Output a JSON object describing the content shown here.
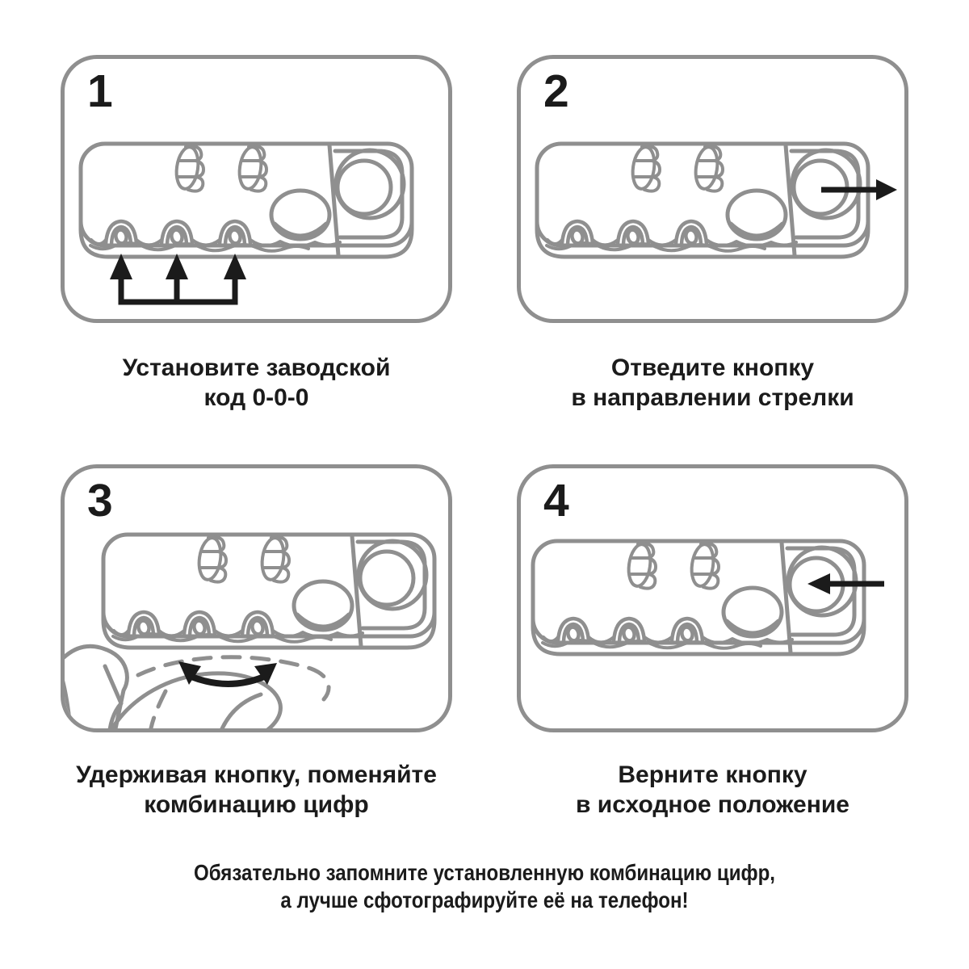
{
  "colors": {
    "background": "#ffffff",
    "outline": "#8f8f8f",
    "ink": "#1b1b1b"
  },
  "panels": [
    {
      "number": "1",
      "caption_line1": "Установите заводской",
      "caption_line2": "код 0-0-0",
      "annotation": "three-arrows-up-to-dials"
    },
    {
      "number": "2",
      "caption_line1": "Отведите кнопку",
      "caption_line2": "в направлении стрелки",
      "annotation": "arrow-right-from-button"
    },
    {
      "number": "3",
      "caption_line1": "Удерживая кнопку, поменяйте",
      "caption_line2": "комбинацию цифр",
      "annotation": "thumb-rotating-dials"
    },
    {
      "number": "4",
      "caption_line1": "Верните кнопку",
      "caption_line2": "в исходное положение",
      "annotation": "arrow-left-to-button"
    }
  ],
  "footer": {
    "line1": "Обязательно запомните установленную комбинацию цифр,",
    "line2": "а лучше сфотографируйте её на телефон!"
  }
}
